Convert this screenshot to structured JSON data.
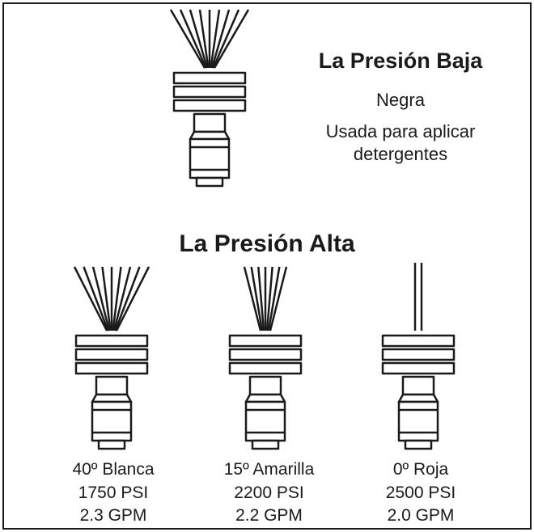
{
  "low_pressure": {
    "title": "La Presión Baja",
    "color_name": "Negra",
    "usage_line1": "Usada para aplicar",
    "usage_line2": "detergentes"
  },
  "high_pressure": {
    "title": "La Presión Alta",
    "nozzles": [
      {
        "label": "40º Blanca",
        "psi": "1750 PSI",
        "gpm": "2.3 GPM"
      },
      {
        "label": "15º Amarilla",
        "psi": "2200 PSI",
        "gpm": "2.2 GPM"
      },
      {
        "label": "0º Roja",
        "psi": "2500 PSI",
        "gpm": "2.0 GPM"
      }
    ]
  },
  "colors": {
    "ink": "#1a1a1a",
    "background": "#ffffff"
  }
}
